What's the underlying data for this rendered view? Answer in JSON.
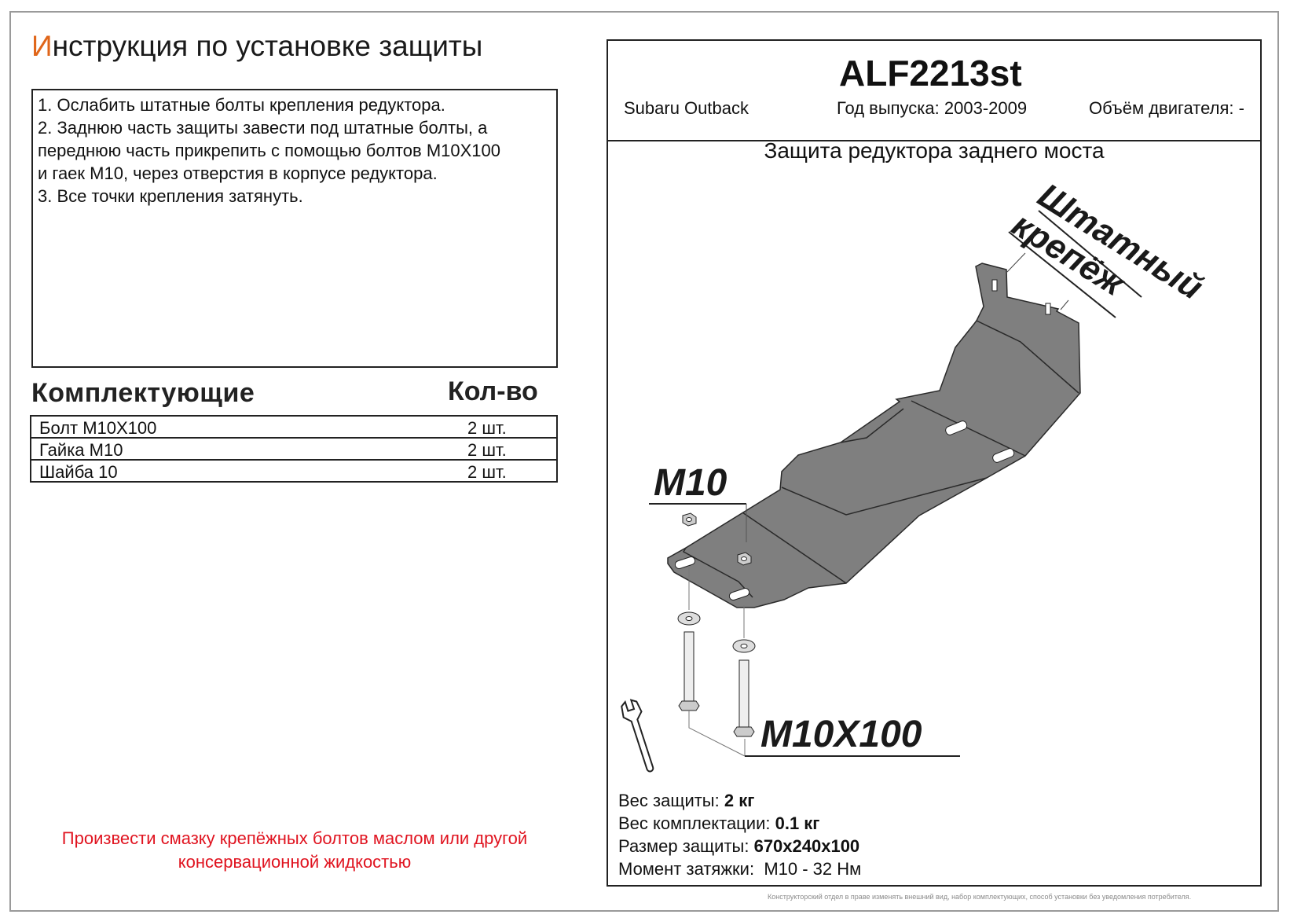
{
  "header": {
    "title_first_letter": "И",
    "title_rest": "нструкция по установке защиты"
  },
  "instructions": [
    "1. Ослабить штатные болты крепления редуктора.",
    "2. Заднюю часть защиты завести под штатные болты, а",
    "переднюю часть прикрепить с помощью болтов М10Х100",
    "и гаек М10, через отверстия в корпусе редуктора.",
    "3. Все точки крепления затянуть."
  ],
  "kit": {
    "title": "Комплектующие",
    "qty_title": "Кол-во",
    "items": [
      {
        "name": "Болт М10Х100",
        "qty": "2 шт."
      },
      {
        "name": "Гайка М10",
        "qty": "2 шт."
      },
      {
        "name": "Шайба 10",
        "qty": "2 шт."
      }
    ]
  },
  "note": {
    "line1": "Произвести смазку крепёжных болтов маслом или другой",
    "line2": "консервационной жидкостью"
  },
  "product": {
    "code": "ALF2213st",
    "car": "Subaru Outback",
    "year": "Год выпуска: 2003-2009",
    "engine": "Объём двигателя: -",
    "name": "Защита редуктора заднего моста"
  },
  "drawing": {
    "label_stock_1": "Штатный",
    "label_stock_2": "крепёж",
    "label_nut": "M10",
    "label_bolt": "M10X100",
    "plate_color": "#7f7f7f",
    "wrench_icon": "wrench-icon"
  },
  "specs": {
    "weight_label": "Вес защиты:",
    "weight_value": "2 кг",
    "kit_weight_label": "Вес комплектации:",
    "kit_weight_value": "0.1 кг",
    "size_label": "Размер защиты:",
    "size_value": "670х240х100",
    "torque_label": "Момент затяжки:",
    "torque_value": "М10 - 32 Нм"
  },
  "footer": "Конструкторский отдел в праве изменять внешний вид, набор комплектующих, способ установки без уведомления потребителя."
}
